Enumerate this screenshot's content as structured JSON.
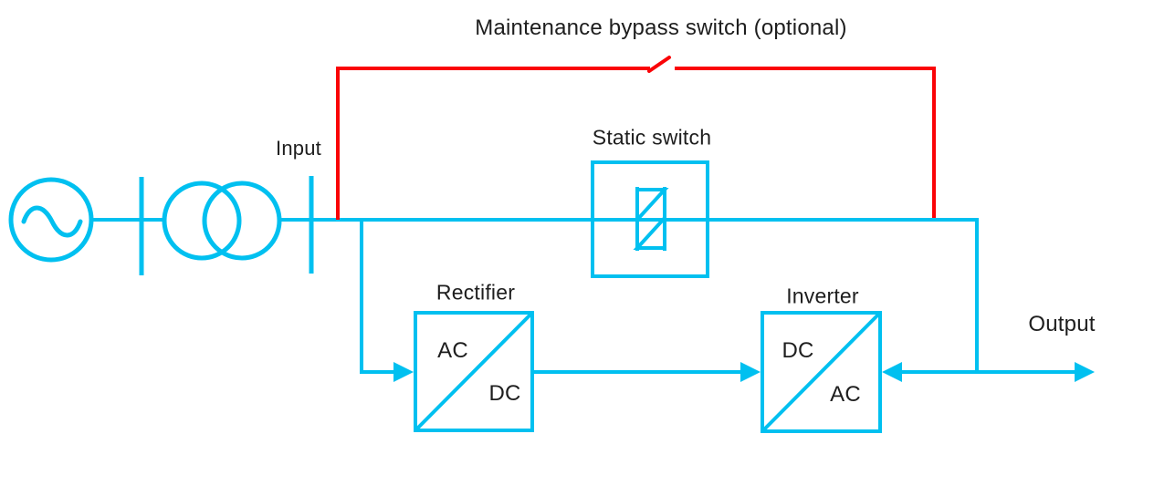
{
  "diagram": {
    "bypass_switch_label": "Maintenance bypass switch (optional)",
    "input_label": "Input",
    "static_switch_label": "Static switch",
    "rectifier": {
      "label": "Rectifier",
      "input_side": "AC",
      "output_side": "DC"
    },
    "inverter": {
      "label": "Inverter",
      "input_side": "DC",
      "output_side": "AC"
    },
    "output_label": "Output",
    "icons": {
      "ac_source": "ac-source-icon",
      "transformer": "transformer-icon",
      "input_busbar": "busbar-icon",
      "output_busbar": "busbar-icon",
      "static_switch_symbol": "triac-icon",
      "bypass_switch_symbol": "open-switch-blade-icon",
      "flow_arrows": "arrowhead-icon"
    }
  },
  "colors": {
    "line": "#00c0f0",
    "bypass_line": "#fa0307",
    "text": "#1e1e1e",
    "background": "#ffffff"
  }
}
